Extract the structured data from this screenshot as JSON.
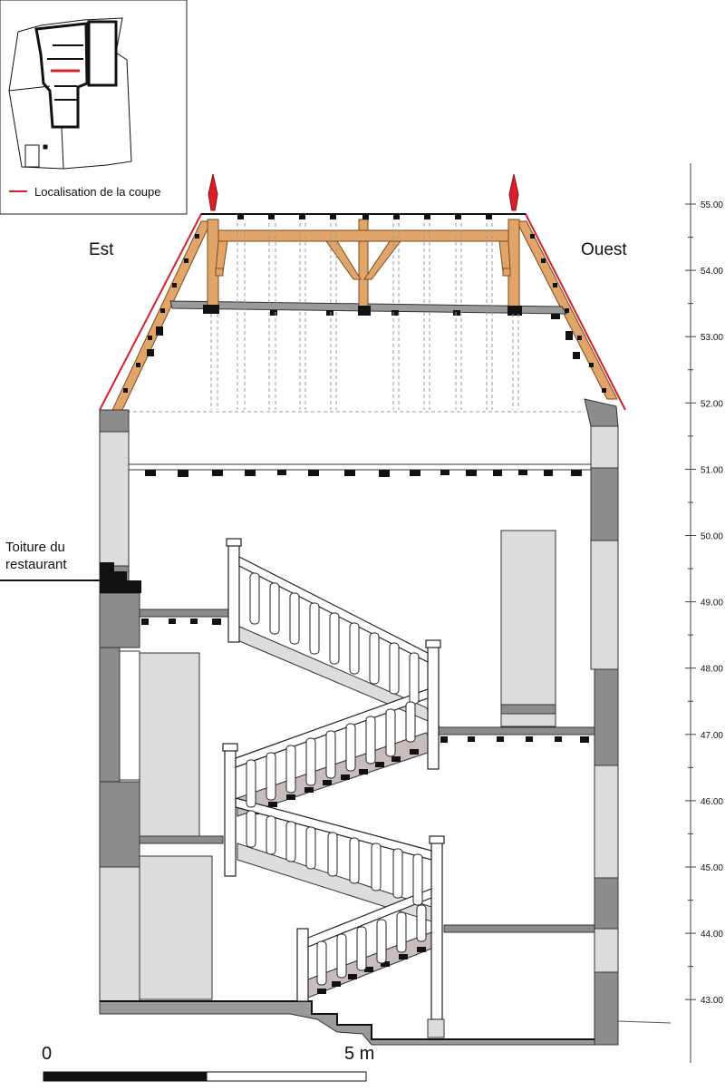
{
  "inset": {
    "legend_label": "Localisation de la coupe",
    "legend_color": "#d9202a"
  },
  "orientation": {
    "left": "Est",
    "right": "Ouest"
  },
  "annotation": {
    "line1": "Toiture du",
    "line2": "restaurant"
  },
  "elevation_scale": {
    "ticks": [
      "55.00",
      "54.00",
      "53.00",
      "52.00",
      "51.00",
      "50.00",
      "49.00",
      "48.00",
      "47.00",
      "46.00",
      "45.00",
      "44.00",
      "43.00"
    ]
  },
  "scale_bar": {
    "start_label": "0",
    "end_label": "5 m"
  },
  "colors": {
    "roof_outline": "#d9202a",
    "timber": "#e1a56a",
    "stone_dark": "#8c8c8c",
    "stone_light": "#dcdcdc",
    "finial": "#d9202a"
  }
}
